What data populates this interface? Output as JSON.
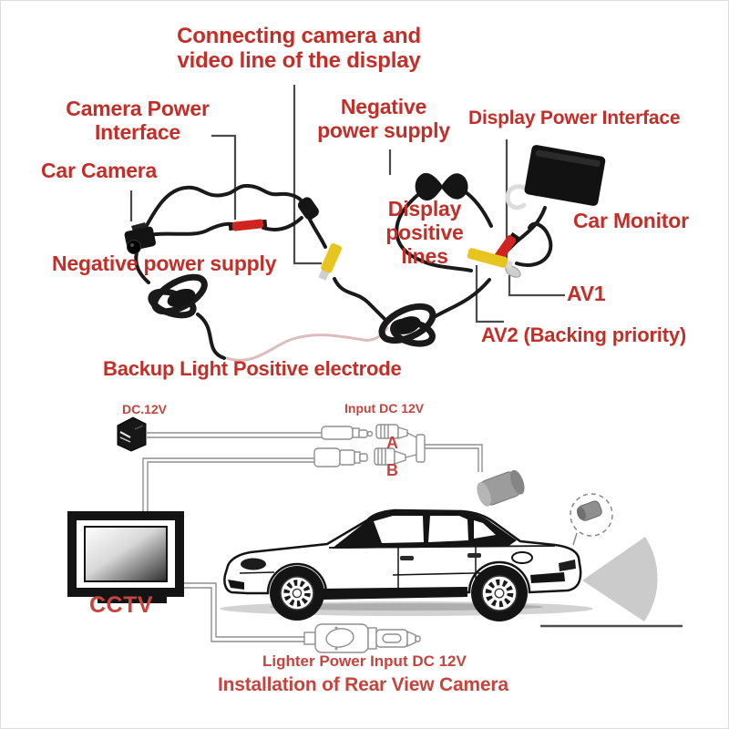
{
  "colors": {
    "label_red": "#c32f28",
    "label_red_2": "#c5443e",
    "wire_black": "#1a1a1a",
    "wire_pink": "#ddbcbc",
    "leader_gray": "#4a4a4a",
    "connector_red": "#cf2420",
    "connector_yellow": "#e8c51e",
    "cone_gray": "#cbcbcb"
  },
  "wiring": {
    "connecting_line": "Connecting camera and\nvideo line of the display",
    "camera_power": "Camera Power\nInterface",
    "car_camera": "Car Camera",
    "negative_left": "Negative power supply",
    "negative_center": "Negative\npower supply",
    "display_power": "Display Power Interface",
    "display_positive": "Display\npositive lines",
    "car_monitor": "Car Monitor",
    "av1": "AV1",
    "av2": "AV2 (Backing priority)",
    "backup_light": "Backup Light Positive electrode"
  },
  "install": {
    "dc12v": "DC.12V",
    "input_dc": "Input DC 12V",
    "connector_a": "A",
    "connector_b": "B",
    "cctv": "CCTV",
    "lighter": "Lighter Power Input DC 12V",
    "caption": "Installation of Rear View Camera"
  }
}
